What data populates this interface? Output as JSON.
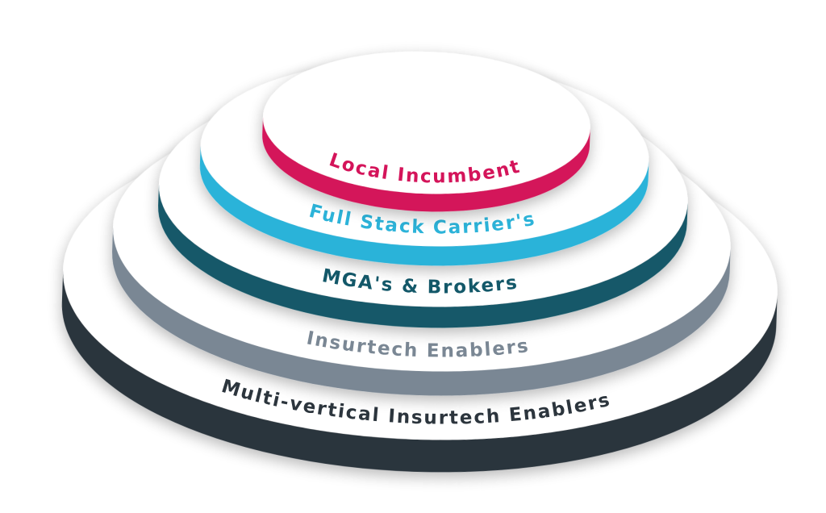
{
  "diagram": {
    "layers": [
      {
        "label": "Local Incumbent",
        "color": "#d4145a"
      },
      {
        "label": "Full Stack Carrier's",
        "color": "#2cb3d9"
      },
      {
        "label": "MGA's & Brokers",
        "color": "#135869"
      },
      {
        "label": "Insurtech Enablers",
        "color": "#7a8794"
      },
      {
        "label": "Multi-vertical Insurtech Enablers",
        "color": "#2c353d"
      }
    ]
  }
}
